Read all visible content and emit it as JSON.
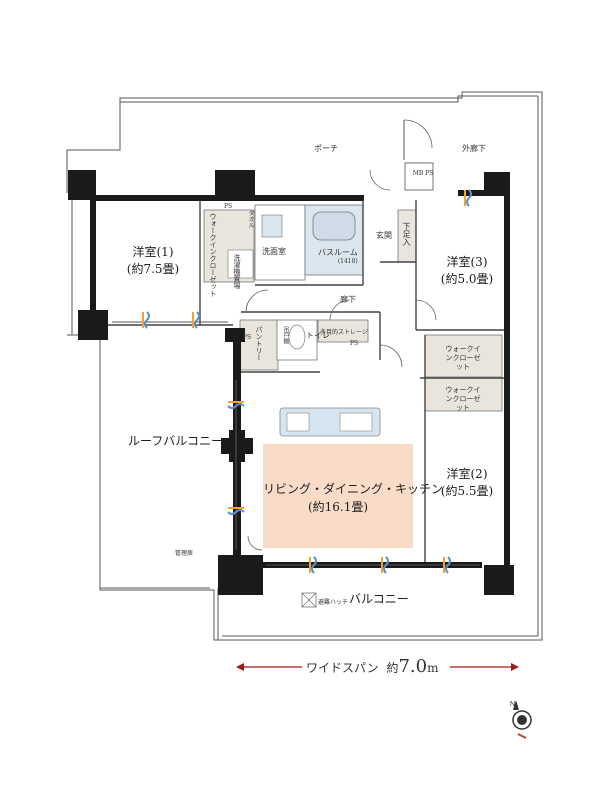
{
  "rooms": {
    "western1": {
      "name": "洋室(1)",
      "size": "(約7.5畳)"
    },
    "western2": {
      "name": "洋室(2)",
      "size": "(約5.5畳)"
    },
    "western3": {
      "name": "洋室(3)",
      "size": "(約5.0畳)"
    },
    "ldk": {
      "name": "リビング・ダイニング・キッチン",
      "size": "(約16.1畳)"
    },
    "roof_balcony": "ルーフバルコニー",
    "balcony": "バルコニー",
    "porch": "ポーチ",
    "outer_corridor": "外廊下",
    "entrance": "玄関",
    "corridor": "廊下",
    "washroom": "洗面室",
    "bathroom": {
      "name": "バスルーム",
      "size": "(1418)"
    },
    "toilet": "トイレ",
    "pantry": "パントリー",
    "shoe_closet": "下足入",
    "laundry": "洗濯機置場",
    "walkin_closet_1": "ウォークインクローゼット",
    "walkin_closet_a": "ウォークインクローゼット",
    "walkin_closet_b": "ウォークインクローゼット",
    "towel": "タオル",
    "storage": "吊戸棚",
    "multi_storage": "多目的ストレージ",
    "ps": "PS",
    "mb_ps": "MB PS",
    "management_door": "管理扉",
    "hatch": "避難ハッチ"
  },
  "wide_span": {
    "label": "ワイドスパン",
    "approx": "約",
    "value": "7.0",
    "unit": "m"
  },
  "colors": {
    "wall": "#1a1a1a",
    "ldk_fill": "#f9dcc8",
    "closet_fill": "#e9e4dc",
    "bath_fill": "#dbe6ef",
    "accent": "#9b1a1a",
    "airflow_orange": "#f2a330",
    "airflow_blue": "#5b8fc9"
  },
  "icons": [
    "compass-icon",
    "airflow-icon"
  ]
}
